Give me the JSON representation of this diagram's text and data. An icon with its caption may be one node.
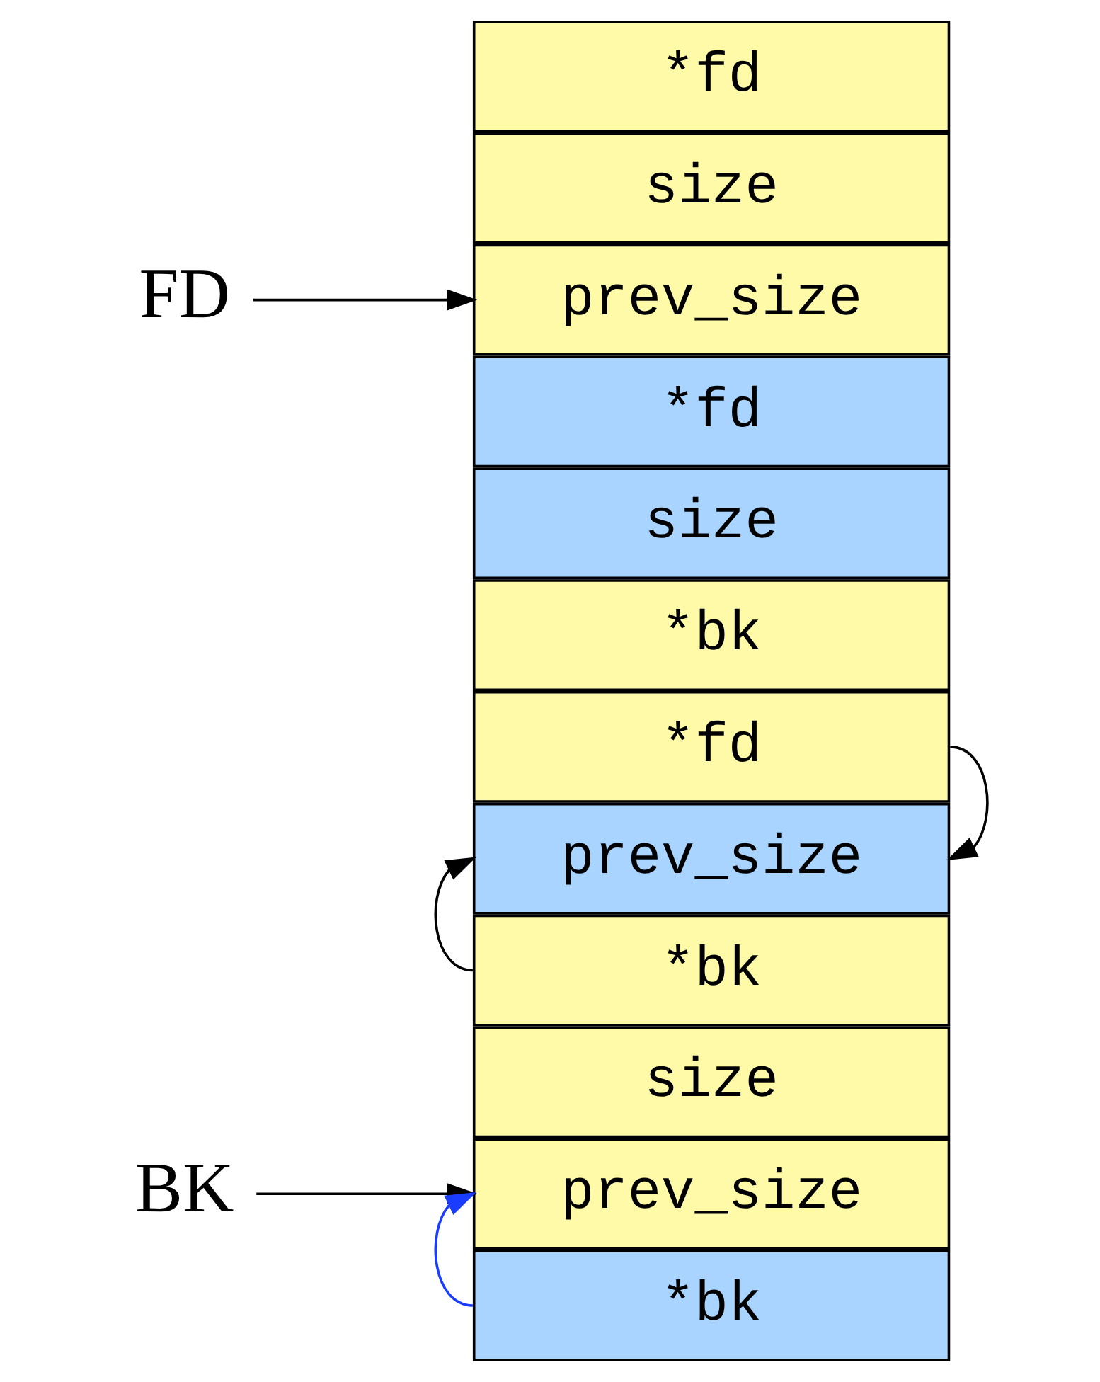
{
  "diagram": {
    "nodes": [
      {
        "text": [
          "BK"
        ]
      },
      {
        "text": [
          "prev_size"
        ]
      },
      {
        "text": [
          "size"
        ]
      },
      {
        "text": [
          "*fd"
        ]
      },
      {
        "text": [
          "*bk"
        ]
      },
      {
        "text": [
          "prev_size"
        ]
      },
      {
        "text": [
          "size"
        ]
      },
      {
        "text": [
          "*fd"
        ]
      },
      {
        "text": [
          "*bk"
        ]
      },
      {
        "text": [
          "FD"
        ]
      },
      {
        "text": [
          "prev_size"
        ]
      },
      {
        "text": [
          "size"
        ]
      },
      {
        "text": [
          "*fd"
        ]
      },
      {
        "text": [
          "*bk"
        ]
      }
    ],
    "edges": [
      {
        "from": 0,
        "to": 1,
        "arrow": "to"
      },
      {
        "from": 8,
        "to": 1,
        "arrow": "to",
        "color": "#1a3cff"
      },
      {
        "from": 3,
        "to": 5,
        "arrow": "to"
      },
      {
        "from": 13,
        "to": 5,
        "arrow": "to"
      },
      {
        "from": 9,
        "to": 10,
        "arrow": "to"
      }
    ]
  }
}
